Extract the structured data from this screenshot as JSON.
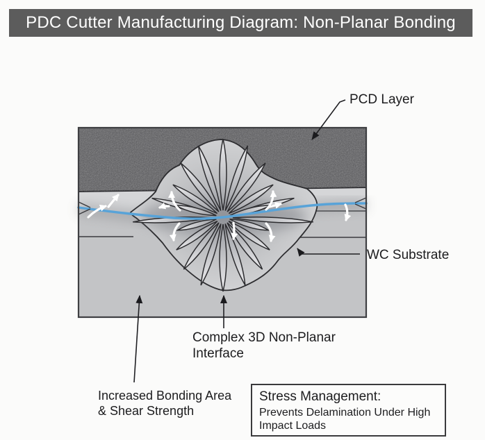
{
  "title_bar": {
    "text": "PDC Cutter Manufacturing Diagram: Non-Planar Bonding"
  },
  "labels": {
    "pcd_layer": "PCD Layer",
    "wc_substrate": "WC Substrate",
    "complex_interface": "Complex 3D Non-Planar\nInterface",
    "increased_bonding": "Increased Bonding Area\n& Shear Strength"
  },
  "stress_box": {
    "heading": "Stress Management:",
    "body": "Prevents Delamination Under High\nImpact Loads"
  },
  "diagram": {
    "colors": {
      "title_bg": "#5c5c5c",
      "title_fg": "#ffffff",
      "pcd_layer": "#57575a",
      "wc_substrate": "#c3c4c6",
      "interface_band": "#d5d6d8",
      "bond_line_blue": "#58a3d8",
      "outline": "#2c2c2f",
      "stress_arrows": "#ffffff",
      "label_text": "#1c1c1e"
    }
  }
}
